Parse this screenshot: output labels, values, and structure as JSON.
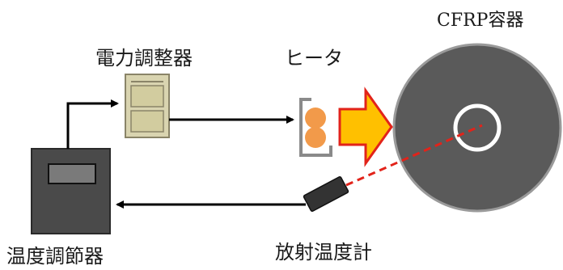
{
  "labels": {
    "power_regulator": "電力調整器",
    "heater": "ヒータ",
    "cfrp_vessel": "CFRP容器",
    "temperature_controller": "温度調節器",
    "radiation_thermometer": "放射温度計"
  },
  "colors": {
    "controller_body": "#4a4a4a",
    "controller_window": "#7a7a7a",
    "power_regulator_fill": "#d9d4b0",
    "heater_element": "#f29a4a",
    "heat_arrow_fill": "#ffc000",
    "heat_arrow_outline": "#e2231a",
    "vessel_disk": "#5a5a5a",
    "laser_beam": "#e2231a",
    "thermometer_body": "#333333"
  }
}
